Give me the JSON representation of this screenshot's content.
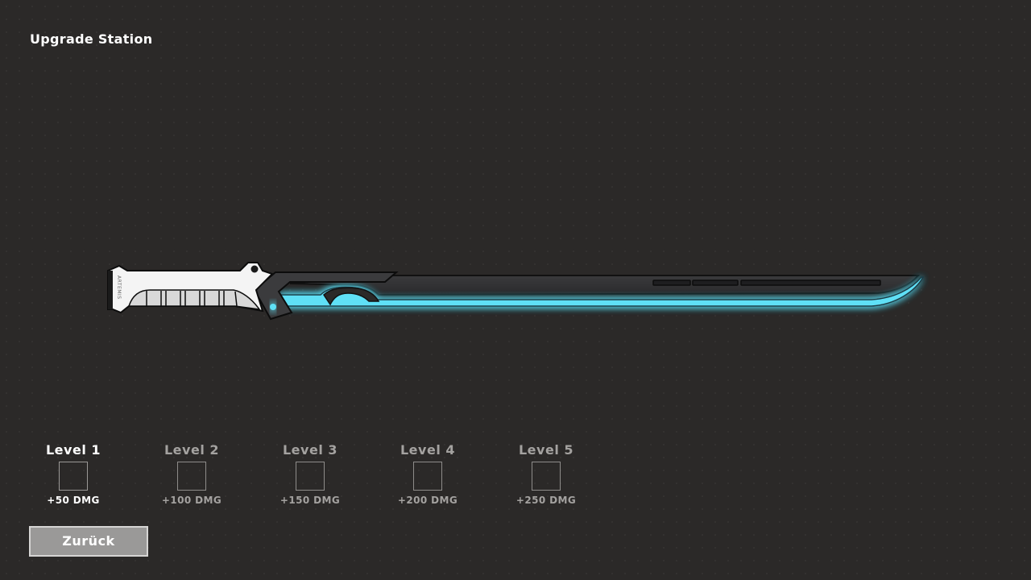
{
  "screen": {
    "title": "Upgrade Station"
  },
  "weapon": {
    "name": "ARTEMIS",
    "glow_color": "#4fd8f2",
    "icon": "energy-sword-icon"
  },
  "levels": [
    {
      "label": "Level 1",
      "bonus": "+50 DMG",
      "unlocked": true
    },
    {
      "label": "Level 2",
      "bonus": "+100 DMG",
      "unlocked": false
    },
    {
      "label": "Level 3",
      "bonus": "+150 DMG",
      "unlocked": false
    },
    {
      "label": "Level 4",
      "bonus": "+200 DMG",
      "unlocked": false
    },
    {
      "label": "Level 5",
      "bonus": "+250 DMG",
      "unlocked": false
    }
  ],
  "buttons": {
    "back_label": "Zurück"
  },
  "colors": {
    "background": "#2b2928",
    "text": "#ffffff",
    "locked_text": "#a4a2a0",
    "button": "#9a9998"
  }
}
